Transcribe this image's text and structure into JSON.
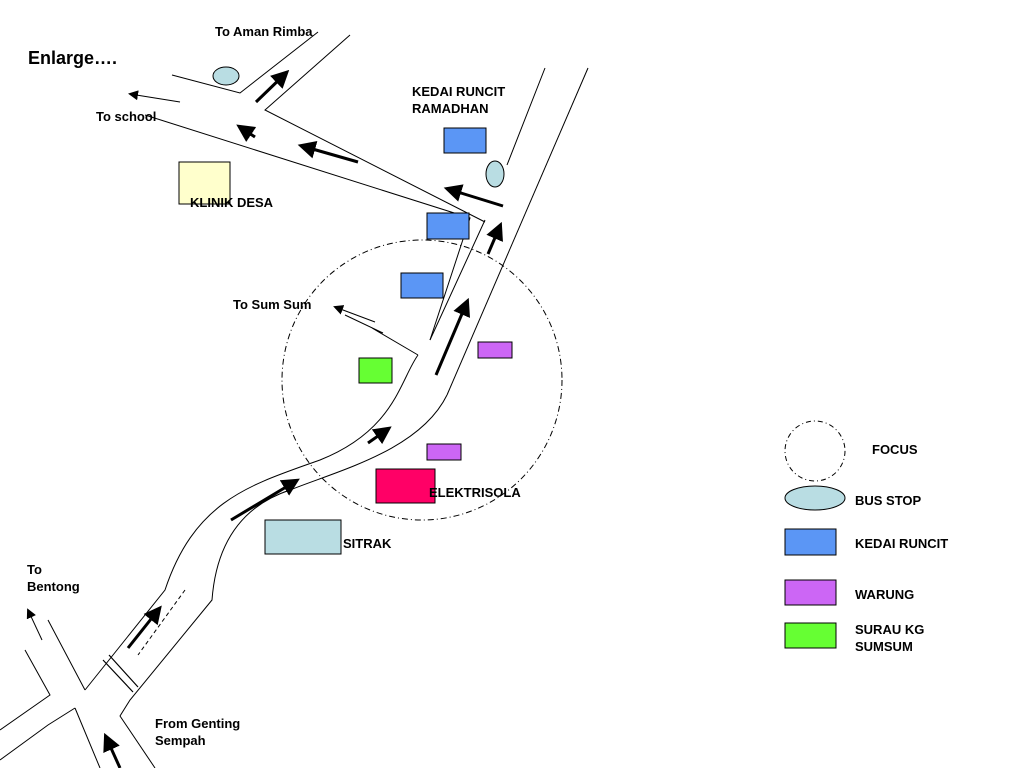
{
  "title": "Enlarge….",
  "places": {
    "aman_rimba": "To Aman Rimba",
    "school": "To school",
    "klinik_desa": "KLINIK DESA",
    "kedai_ramadhan": "KEDAI RUNCIT\nRAMADHAN",
    "sum_sum": "To Sum Sum",
    "elektrisola": "ELEKTRISOLA",
    "sitrak": "SITRAK",
    "bentong": "To\nBentong",
    "genting": "From Genting\nSempah"
  },
  "legend": {
    "items": [
      {
        "label": "FOCUS",
        "symbol": "dashed-circle"
      },
      {
        "label": "BUS STOP",
        "symbol": "ellipse",
        "color": "#b9dde3"
      },
      {
        "label": "KEDAI RUNCIT",
        "symbol": "rect",
        "color": "#5b96f5"
      },
      {
        "label": "WARUNG",
        "symbol": "rect",
        "color": "#cc66f5"
      },
      {
        "label": "SURAU KG\nSUMSUM",
        "symbol": "rect",
        "color": "#66ff33"
      }
    ]
  },
  "colors": {
    "kedai_runcit": "#5b96f5",
    "warung": "#cc66f5",
    "surau": "#66ff33",
    "bus_stop": "#b9dde3",
    "elektrisola": "#ff0066",
    "sitrak": "#b9dde3",
    "klinik": "#ffffcc"
  }
}
